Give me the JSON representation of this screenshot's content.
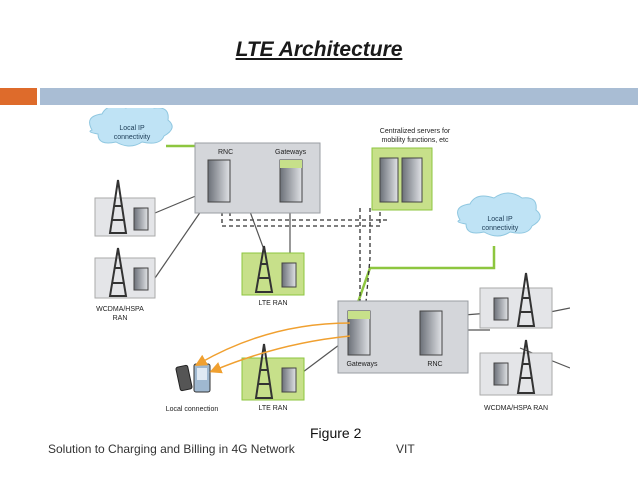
{
  "slide": {
    "title": "LTE Architecture",
    "caption": "Figure 2",
    "footer_left": "Solution to Charging and Billing in 4G Network",
    "footer_right": "VIT"
  },
  "diagram": {
    "cloud_left": [
      "Local IP",
      "connectivity"
    ],
    "cloud_right": [
      "Local IP",
      "connectivity"
    ],
    "central_label": [
      "Centralized servers for",
      "mobility functions, etc"
    ],
    "top_box_labels": [
      "RNC",
      "Gateways"
    ],
    "bottom_box_labels": [
      "Gateways",
      "RNC"
    ],
    "wcdma_left": [
      "WCDMA/HSPA",
      "RAN"
    ],
    "wcdma_right": "WCDMA/HSPA RAN",
    "lte_ran_top": "LTE RAN",
    "lte_ran_bottom": "LTE RAN",
    "local_connection": "Local connection"
  },
  "colors": {
    "accent_bar": "#de6b2b",
    "title_bar": "#a9bdd4",
    "green_box": "#c7e08a",
    "green_line": "#8dc63f",
    "orange_arrow": "#f0a030",
    "cloud": "#bfe3f5"
  }
}
